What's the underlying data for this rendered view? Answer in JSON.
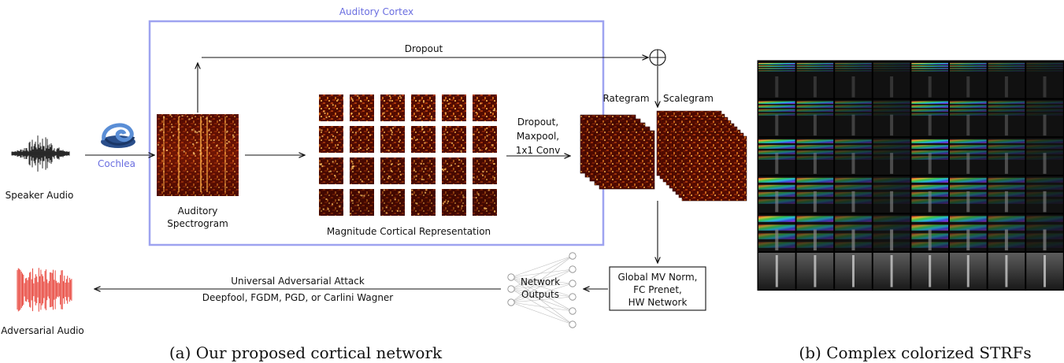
{
  "labels": {
    "auditory_cortex": "Auditory Cortex",
    "dropout_top": "Dropout",
    "cochlea": "Cochlea",
    "speaker_audio": "Speaker Audio",
    "spectrogram_line1": "Auditory",
    "spectrogram_line2": "Spectrogram",
    "magnitude_cortical": "Magnitude Cortical Representation",
    "dropout_mid_line1": "Dropout,",
    "dropout_mid_line2": "Maxpool,",
    "dropout_mid_line3": "1x1 Conv",
    "rategram": "Rategram",
    "scalegram": "Scalegram",
    "global_line1": "Global MV Norm,",
    "global_line2": "FC Prenet,",
    "global_line3": "HW Network",
    "network_line1": "Network",
    "network_line2": "Outputs",
    "attack_line1": "Universal Adversarial Attack",
    "attack_line2": "Deepfool, FGDM, PGD, or Carlini Wagner",
    "adversarial_audio": "Adversarial Audio",
    "caption_a": "(a) Our proposed cortical network",
    "caption_b": "(b) Complex colorized STRFs"
  },
  "colors": {
    "cortex_border": "#9ea3f0",
    "cortex_label": "#6a6ee0",
    "spectrogram_dark": "#3a0600",
    "spectrogram_mid": "#a8320a",
    "spectrogram_hot": "#ffb04a",
    "adversarial": "#e8443a"
  },
  "icons": [
    "waveform-icon",
    "cochlea-icon",
    "adversarial-waveform-icon",
    "oplus-icon"
  ]
}
